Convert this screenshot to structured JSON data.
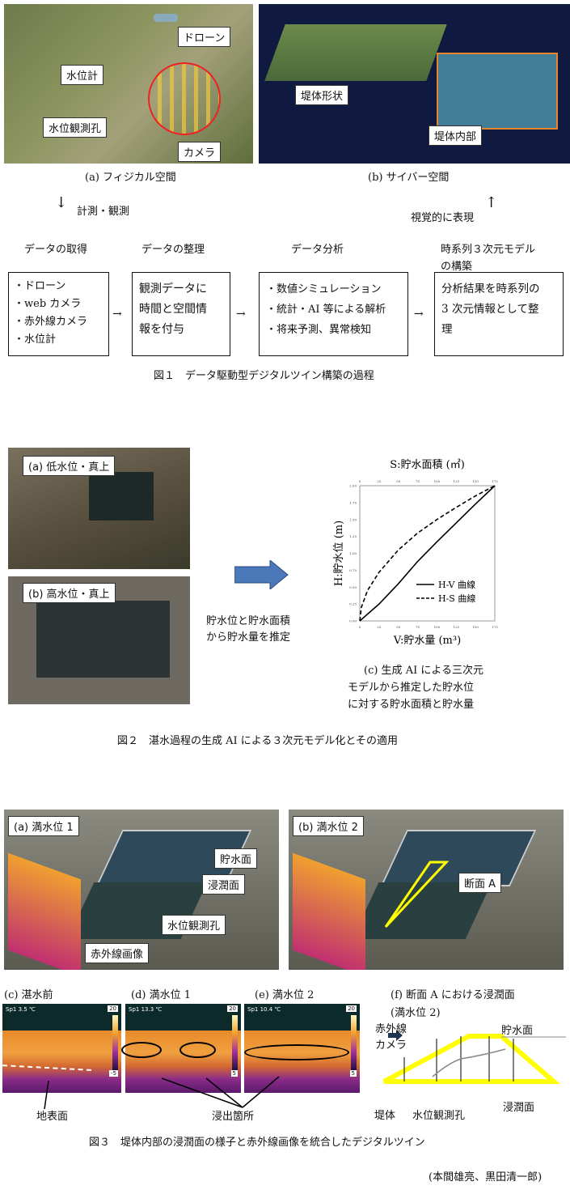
{
  "fig1": {
    "physical": {
      "labels": [
        "ドローン",
        "水位計",
        "水位観測孔",
        "カメラ"
      ],
      "caption": "(a) フィジカル空間"
    },
    "cyber": {
      "labels": [
        "堤体形状",
        "堤体内部"
      ],
      "caption": "(b) サイバー空間"
    },
    "measure": "計測・観測",
    "visual": "視覚的に表現",
    "steps": [
      {
        "title": "データの取得",
        "items": [
          "・ドローン",
          "・web カメラ",
          "・赤外線カメラ",
          "・水位計"
        ]
      },
      {
        "title": "データの整理",
        "items": [
          "観測データに",
          "時間と空間情",
          "報を付与"
        ]
      },
      {
        "title": "データ分析",
        "items": [
          "・数値シミュレーション",
          "・統計・AI 等による解析",
          "・将来予測、異常検知"
        ]
      },
      {
        "title": "時系列３次元モデル",
        "title2": "の構築",
        "items": [
          "分析結果を時系列の",
          "3 次元情報として整",
          "理"
        ]
      }
    ],
    "caption": "図１　データ駆動型デジタルツイン構築の過程"
  },
  "fig2": {
    "photo_a": "(a) 低水位・真上",
    "photo_b": "(b) 高水位・真上",
    "arrow_text": [
      "貯水位と貯水面積",
      "から貯水量を推定"
    ],
    "caption_c": [
      "(c) 生成 AI による三次元",
      "モデルから推定した貯水位",
      "に対する貯水面積と貯水量"
    ],
    "caption": "図２　湛水過程の生成 AI による３次元モデル化とその適用"
  },
  "chart_data": {
    "type": "line",
    "title": "S:貯水面積 (㎡)",
    "xlabel": "V:貯水量 (m³)",
    "ylabel": "H:貯水位 (m)",
    "xlim": [
      0,
      175
    ],
    "ylim": [
      0,
      2.0
    ],
    "xticks": [
      "0",
      "25",
      "50",
      "75",
      "100",
      "125",
      "150",
      "175"
    ],
    "yticks": [
      "0.00",
      "0.25",
      "0.50",
      "0.75",
      "1.00",
      "1.25",
      "1.50",
      "1.75",
      "2.00"
    ],
    "legend": "bottom-right",
    "series": [
      {
        "name": "H-V 曲線",
        "style": "solid",
        "x": [
          0,
          25,
          50,
          75,
          100,
          125,
          150,
          175
        ],
        "y": [
          0,
          0.25,
          0.55,
          0.88,
          1.17,
          1.45,
          1.73,
          2.0
        ]
      },
      {
        "name": "H-S 曲線",
        "style": "dashed",
        "x": [
          0,
          2,
          10,
          25,
          50,
          75,
          100,
          125,
          150,
          175
        ],
        "y": [
          0,
          0.2,
          0.45,
          0.72,
          1.05,
          1.3,
          1.5,
          1.68,
          1.85,
          2.0
        ]
      }
    ]
  },
  "fig3": {
    "a": {
      "title": "(a) 満水位 1",
      "labels": [
        "貯水面",
        "浸潤面",
        "水位観測孔",
        "赤外線画像"
      ]
    },
    "b": {
      "title": "(b) 満水位 2",
      "labels": [
        "断面 A"
      ]
    },
    "thermal": [
      {
        "title": "(c)  湛水前",
        "sp": "Sp1  3.5  ℃",
        "max": "20",
        "min": "-5"
      },
      {
        "title": "(d) 満水位 1",
        "sp": "Sp1  13.3  ℃",
        "max": "20",
        "min": "5"
      },
      {
        "title": "(e) 満水位 2",
        "sp": "Sp1  10.4  ℃",
        "max": "20",
        "min": "5"
      }
    ],
    "ground": "地表面",
    "seep": "浸出箇所",
    "f": {
      "title": "(f) 断面 A における浸潤面",
      "title2": "(満水位 2)",
      "camera": [
        "赤外線",
        "カメラ"
      ],
      "water": "貯水面",
      "body": "堤体",
      "hole": "水位観測孔",
      "seepage": "浸潤面"
    },
    "caption": "図３　堤体内部の浸潤面の様子と赤外線画像を統合したデジタルツイン"
  },
  "author": "(本間雄亮、黒田清一郎)"
}
